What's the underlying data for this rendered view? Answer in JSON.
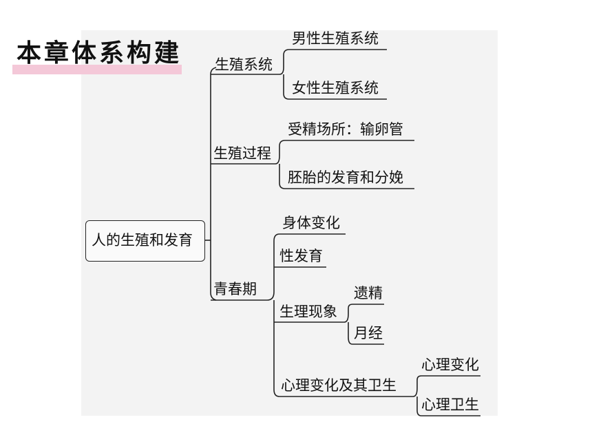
{
  "header": {
    "title": "本章体系构建"
  },
  "diagram": {
    "root": "人的生殖和发育",
    "branches": [
      {
        "label": "生殖系统",
        "children": [
          "男性生殖系统",
          "女性生殖系统"
        ]
      },
      {
        "label": "生殖过程",
        "children": [
          "受精场所：输卵管",
          "胚胎的发育和分娩"
        ]
      },
      {
        "label": "青春期",
        "children": [
          {
            "label": "身体变化"
          },
          {
            "label": "性发育"
          },
          {
            "label": "生理现象",
            "children": [
              "遗精",
              "月经"
            ]
          },
          {
            "label": "心理变化及其卫生",
            "children": [
              "心理变化",
              "心理卫生"
            ]
          }
        ]
      }
    ]
  },
  "colors": {
    "title_bar": "#f4c8d8",
    "panel": "#f3f3f3",
    "line": "#222222"
  }
}
